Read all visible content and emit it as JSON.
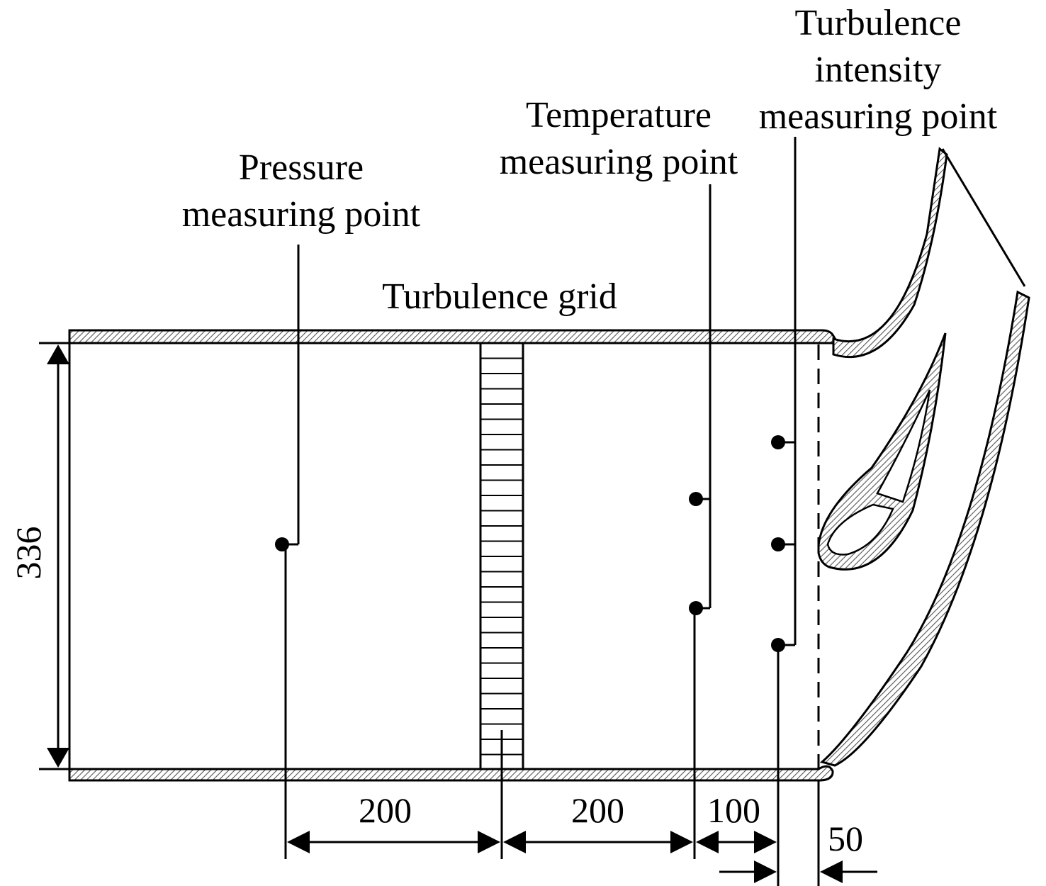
{
  "labels": {
    "pressure": [
      "Pressure",
      "measuring point"
    ],
    "temperature": [
      "Temperature",
      "measuring point"
    ],
    "turbulence_intensity": [
      "Turbulence",
      "intensity",
      "measuring point"
    ],
    "grid": "Turbulence grid"
  },
  "dimensions": {
    "height": "336",
    "d1": "200",
    "d2": "200",
    "d3": "100",
    "d4": "50"
  },
  "colors": {
    "line": "#000000",
    "hatch": "#555555",
    "background": "#ffffff"
  }
}
